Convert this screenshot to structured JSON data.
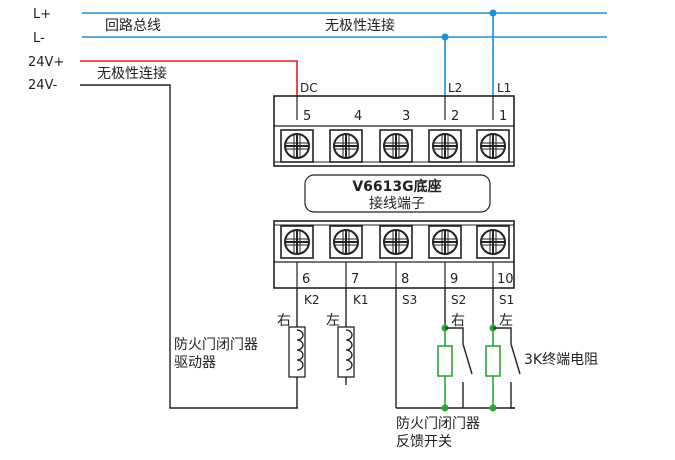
{
  "bus": {
    "l_plus": "L+",
    "l_minus": "L-",
    "loop_bus_label": "回路总线",
    "nonpolar_label": "无极性连接"
  },
  "power": {
    "v_plus": "24V+",
    "v_minus": "24V-",
    "nonpolar_label": "无极性连接"
  },
  "base": {
    "title_line1": "V6613G底座",
    "title_line2": "接线端子"
  },
  "top_terminals": [
    {
      "number": "5",
      "label": "DC"
    },
    {
      "number": "4",
      "label": ""
    },
    {
      "number": "3",
      "label": ""
    },
    {
      "number": "2",
      "label": "L2"
    },
    {
      "number": "1",
      "label": "L1"
    }
  ],
  "bottom_terminals": [
    {
      "number": "6",
      "label": "K2"
    },
    {
      "number": "7",
      "label": "K1"
    },
    {
      "number": "8",
      "label": "S3"
    },
    {
      "number": "9",
      "label": "S2"
    },
    {
      "number": "10",
      "label": "S1"
    }
  ],
  "driver": {
    "right_label": "右",
    "left_label": "左",
    "label_line1": "防火门闭门器",
    "label_line2": "驱动器"
  },
  "feedback": {
    "right_label": "右",
    "left_label": "左",
    "resistor_label": "3K终端电阻",
    "label_line1": "防火门闭门器",
    "label_line2": "反馈开关"
  },
  "colors": {
    "bus_line": "#1f8fd6",
    "power_line": "#e02020",
    "resistor": "#2aa63a",
    "wire": "#222222"
  }
}
